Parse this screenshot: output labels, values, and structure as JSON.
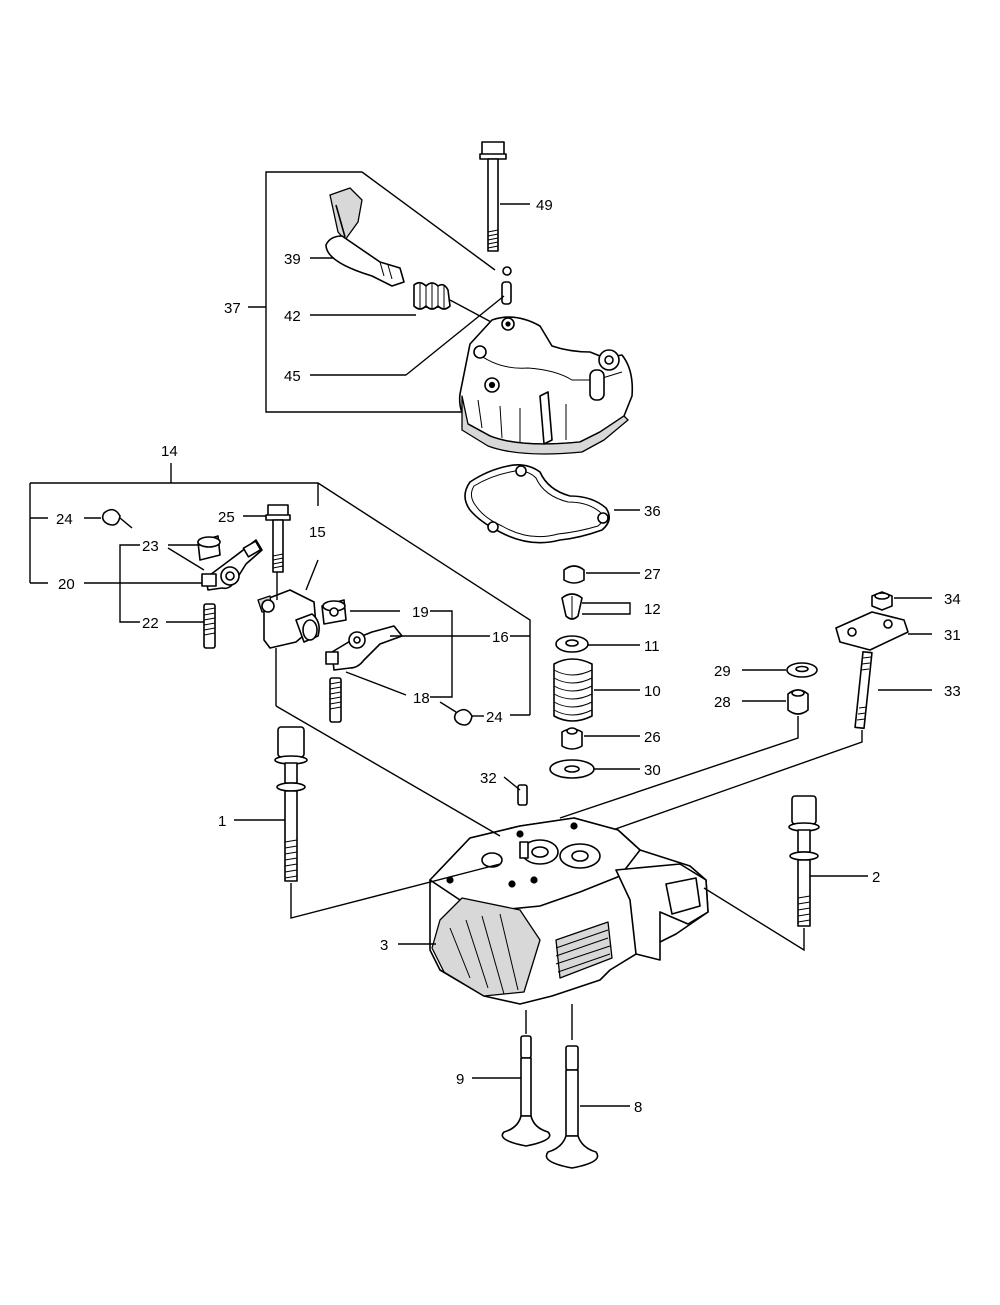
{
  "callouts": [
    "1",
    "2",
    "3",
    "8",
    "9",
    "10",
    "11",
    "12",
    "14",
    "15",
    "16",
    "18",
    "19",
    "20",
    "22",
    "23",
    "24",
    "24",
    "25",
    "26",
    "27",
    "28",
    "29",
    "30",
    "31",
    "32",
    "33",
    "34",
    "36",
    "37",
    "39",
    "42",
    "45",
    "49"
  ],
  "parts": [
    "cylinder-head-bolt-1",
    "cylinder-head-bolt-2",
    "cylinder-head",
    "exhaust-valve",
    "intake-valve",
    "valve-spring",
    "spring-retainer",
    "valve-collet",
    "rocker-arm-assembly",
    "rocker-support",
    "rocker-arm",
    "adjusting-screw",
    "nut",
    "rocker-arm",
    "adjusting-screw",
    "nut",
    "snap-ring",
    "snap-ring",
    "bolt",
    "valve-stem-seal",
    "valve-cap",
    "stem-seal",
    "washer",
    "spring-seat",
    "cover-plate",
    "dowel-pin",
    "stud",
    "nut",
    "head-cover-gasket",
    "head-cover-assembly",
    "decompression-lever",
    "spring",
    "pin",
    "bolt"
  ]
}
